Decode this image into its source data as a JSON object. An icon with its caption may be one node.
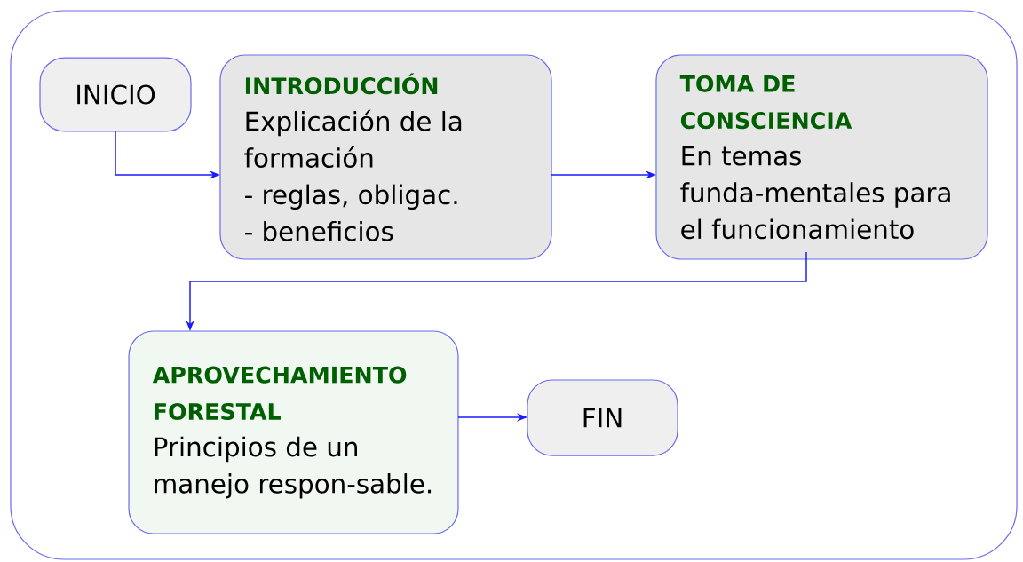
{
  "diagram": {
    "nodes": [
      {
        "text": [],
        "shape": "box"
      },
      {
        "text": [
          "INICIO"
        ],
        "in": 0
      },
      {
        "text": [
          "INTRODUCCIÓN",
          "Explicación de la formación",
          "- reglas, obligac.",
          "- beneficios"
        ],
        "in": 0
      },
      {
        "text": [
          "TOMA DE CONSCIENCIA",
          "En temas funda-mentales para el funcionamiento"
        ],
        "in": 0
      },
      {
        "text": [
          "APROVECHAMIENTO FORESTAL",
          "Principios de un manejo respon-sable."
        ],
        "in": 0
      },
      {
        "text": [
          "FIN"
        ],
        "in": 0
      }
    ],
    "edges": [
      {
        "from": 1,
        "to": 2,
        "arrow": "to"
      },
      {
        "from": 2,
        "to": 3,
        "arrow": "to"
      },
      {
        "from": 3,
        "to": 4,
        "arrow": "to"
      },
      {
        "from": 4,
        "to": 5,
        "arrow": "to"
      }
    ]
  }
}
